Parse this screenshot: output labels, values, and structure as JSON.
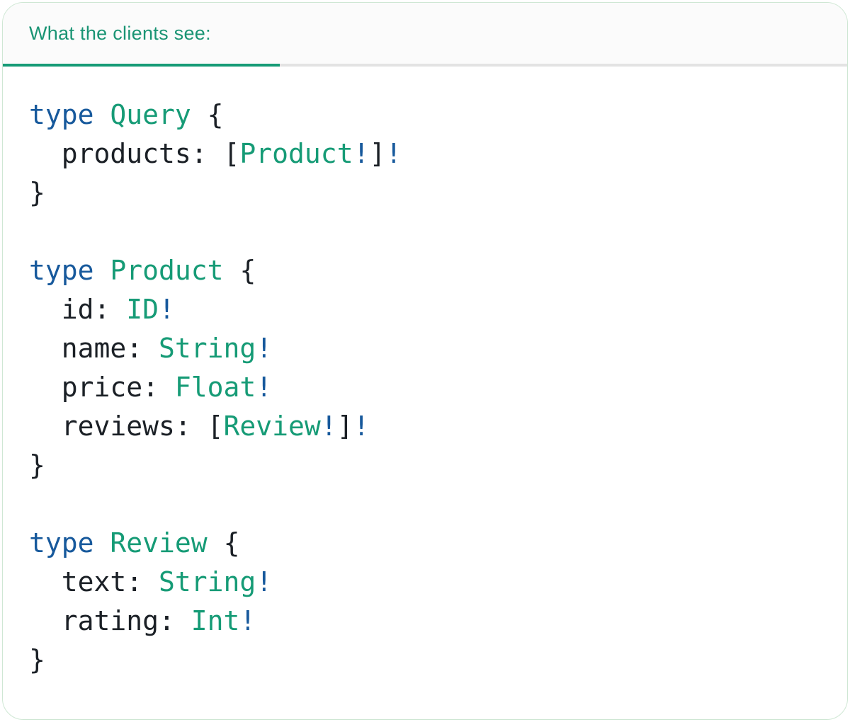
{
  "tab": {
    "label": "What the clients see:"
  },
  "colors": {
    "keyword_blue": "#17599c",
    "typename_green": "#169b76",
    "plain_dark": "#1b2026",
    "tab_text_green": "#1a9474",
    "active_underline": "#169b76",
    "divider_gray": "#e3e3e3",
    "header_bg": "#fbfbfb",
    "card_bg": "#ffffff",
    "card_border": "#cfe7d4"
  },
  "code": {
    "language": "graphql",
    "lines": [
      {
        "tokens": [
          {
            "t": "type",
            "c": "keyword"
          },
          {
            "t": " ",
            "c": "plain"
          },
          {
            "t": "Query",
            "c": "typename"
          },
          {
            "t": " {",
            "c": "plain"
          }
        ]
      },
      {
        "tokens": [
          {
            "t": "  products: [",
            "c": "plain"
          },
          {
            "t": "Product",
            "c": "typename"
          },
          {
            "t": "!",
            "c": "keyword"
          },
          {
            "t": "]",
            "c": "plain"
          },
          {
            "t": "!",
            "c": "keyword"
          }
        ]
      },
      {
        "tokens": [
          {
            "t": "}",
            "c": "plain"
          }
        ]
      },
      {
        "tokens": []
      },
      {
        "tokens": [
          {
            "t": "type",
            "c": "keyword"
          },
          {
            "t": " ",
            "c": "plain"
          },
          {
            "t": "Product",
            "c": "typename"
          },
          {
            "t": " {",
            "c": "plain"
          }
        ]
      },
      {
        "tokens": [
          {
            "t": "  id: ",
            "c": "plain"
          },
          {
            "t": "ID",
            "c": "typename"
          },
          {
            "t": "!",
            "c": "keyword"
          }
        ]
      },
      {
        "tokens": [
          {
            "t": "  name: ",
            "c": "plain"
          },
          {
            "t": "String",
            "c": "typename"
          },
          {
            "t": "!",
            "c": "keyword"
          }
        ]
      },
      {
        "tokens": [
          {
            "t": "  price: ",
            "c": "plain"
          },
          {
            "t": "Float",
            "c": "typename"
          },
          {
            "t": "!",
            "c": "keyword"
          }
        ]
      },
      {
        "tokens": [
          {
            "t": "  reviews: [",
            "c": "plain"
          },
          {
            "t": "Review",
            "c": "typename"
          },
          {
            "t": "!",
            "c": "keyword"
          },
          {
            "t": "]",
            "c": "plain"
          },
          {
            "t": "!",
            "c": "keyword"
          }
        ]
      },
      {
        "tokens": [
          {
            "t": "}",
            "c": "plain"
          }
        ]
      },
      {
        "tokens": []
      },
      {
        "tokens": [
          {
            "t": "type",
            "c": "keyword"
          },
          {
            "t": " ",
            "c": "plain"
          },
          {
            "t": "Review",
            "c": "typename"
          },
          {
            "t": " {",
            "c": "plain"
          }
        ]
      },
      {
        "tokens": [
          {
            "t": "  text: ",
            "c": "plain"
          },
          {
            "t": "String",
            "c": "typename"
          },
          {
            "t": "!",
            "c": "keyword"
          }
        ]
      },
      {
        "tokens": [
          {
            "t": "  rating: ",
            "c": "plain"
          },
          {
            "t": "Int",
            "c": "typename"
          },
          {
            "t": "!",
            "c": "keyword"
          }
        ]
      },
      {
        "tokens": [
          {
            "t": "}",
            "c": "plain"
          }
        ]
      }
    ]
  }
}
